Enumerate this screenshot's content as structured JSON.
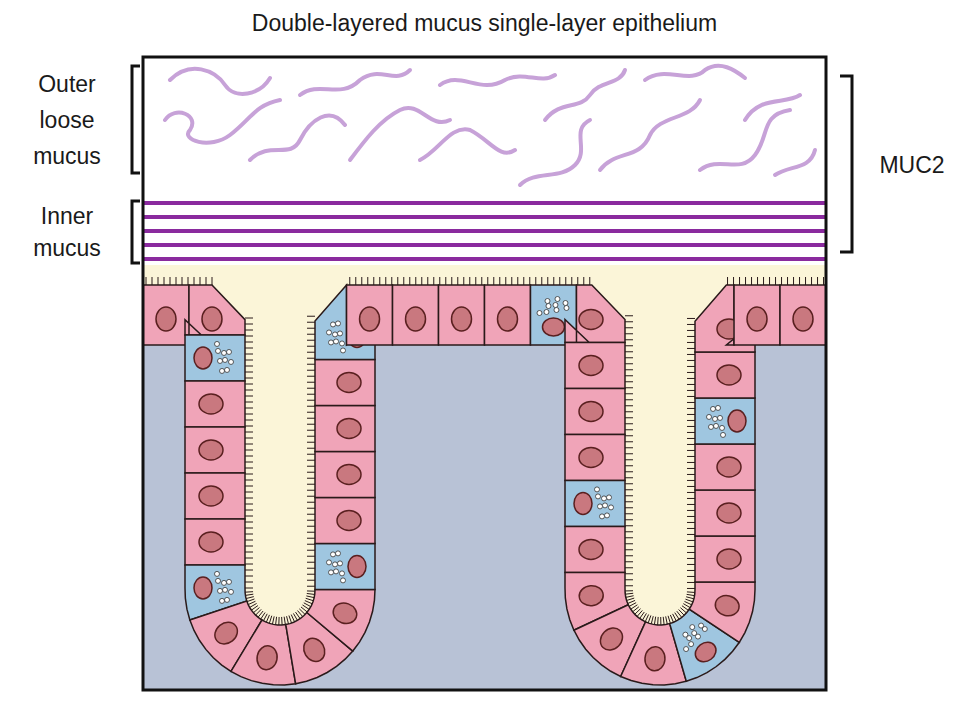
{
  "diagram": {
    "title": "Double-layered mucus single-layer epithelium",
    "labels": [
      "Outer loose mucus",
      "Inner mucus",
      "MUC2"
    ]
  }
}
